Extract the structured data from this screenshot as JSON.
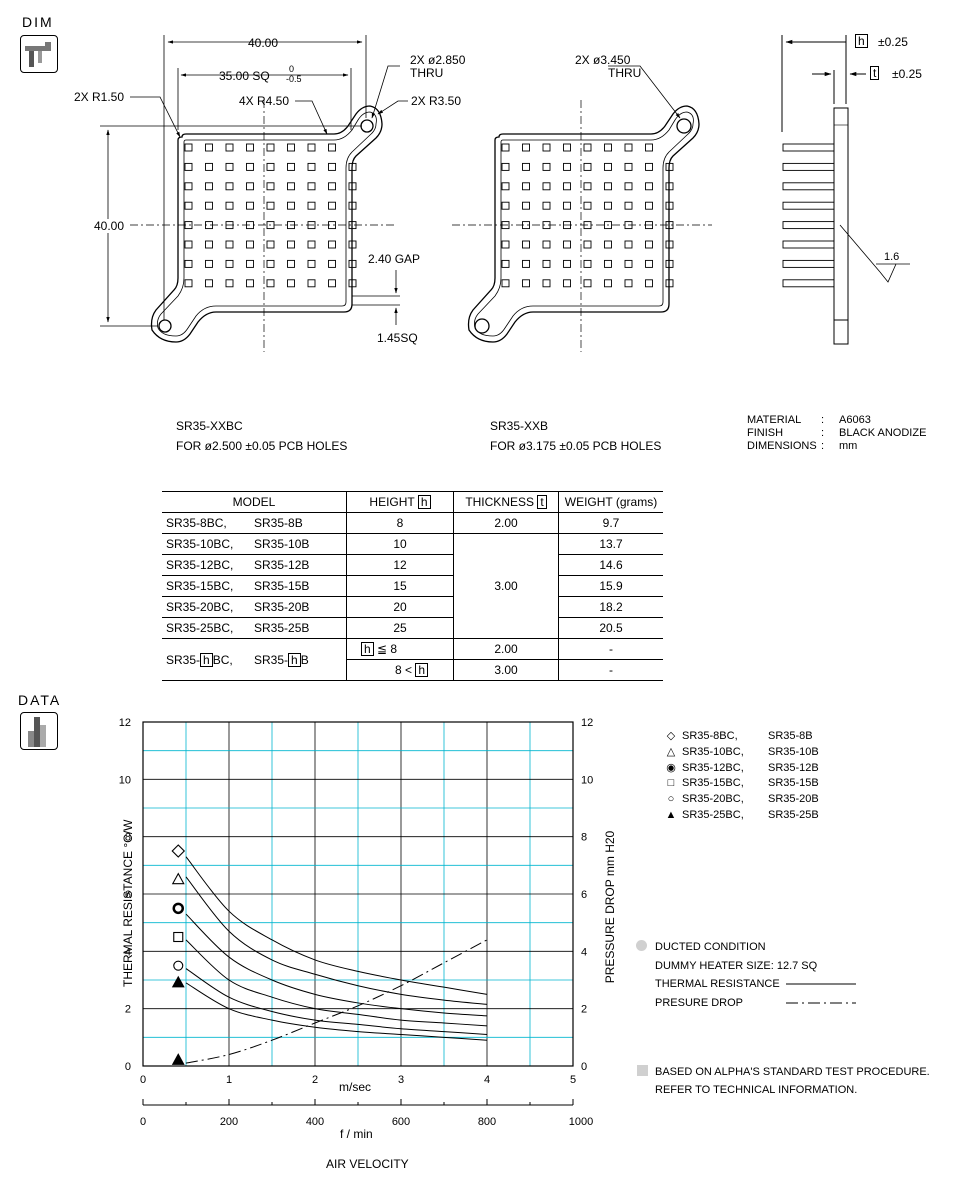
{
  "sections": {
    "dim": "DIM",
    "data": "DATA"
  },
  "dims": {
    "width_40": "40.00",
    "sq_35": "35.00 SQ",
    "tol_plus": "0",
    "tol_minus": "-0.5",
    "r150": "2X R1.50",
    "r450": "4X R4.50",
    "hole_small": "2X ø2.850",
    "thru": "THRU",
    "r350": "2X R3.50",
    "height_40": "40.00",
    "gap": "2.40 GAP",
    "sq145": "1.45SQ",
    "hole_big": "2X ø3.450",
    "thru2": "THRU",
    "h_tol": "±0.25",
    "t_tol": "±0.25",
    "h": "h",
    "t": "t",
    "finish_mark": "1.6"
  },
  "variants": {
    "bc_name": "SR35-XXBC",
    "bc_desc": "FOR ø2.500 ±0.05 PCB HOLES",
    "b_name": "SR35-XXB",
    "b_desc": "FOR ø3.175 ±0.05 PCB HOLES"
  },
  "material": {
    "labels": [
      "MATERIAL",
      "FINISH",
      "DIMENSIONS"
    ],
    "sep": ":",
    "values": [
      "A6063",
      "BLACK ANODIZE",
      "mm"
    ]
  },
  "table": {
    "headers": {
      "model": "MODEL",
      "height": "HEIGHT",
      "thickness": "THICKNESS",
      "weight": "WEIGHT  (grams)",
      "h": "h",
      "t": "t"
    },
    "rows": [
      {
        "m1": "SR35-8BC,",
        "m2": "SR35-8B",
        "height": "8",
        "weight": "9.7"
      },
      {
        "m1": "SR35-10BC,",
        "m2": "SR35-10B",
        "height": "10",
        "weight": "13.7"
      },
      {
        "m1": "SR35-12BC,",
        "m2": "SR35-12B",
        "height": "12",
        "weight": "14.6"
      },
      {
        "m1": "SR35-15BC,",
        "m2": "SR35-15B",
        "height": "15",
        "weight": "15.9"
      },
      {
        "m1": "SR35-20BC,",
        "m2": "SR35-20B",
        "height": "20",
        "weight": "18.2"
      },
      {
        "m1": "SR35-25BC,",
        "m2": "SR35-25B",
        "height": "25",
        "weight": "20.5"
      }
    ],
    "thick_first": "2.00",
    "thick_group": "3.00",
    "custom": {
      "m1a": "SR35-",
      "m1b": "BC,",
      "m2a": "SR35-",
      "m2b": "B",
      "h": "h",
      "cond1": "≦ 8",
      "cond2a": "8 <",
      "thick1": "2.00",
      "thick2": "3.00",
      "weight1": "-",
      "weight2": "-"
    }
  },
  "legend": [
    {
      "sym": "◇",
      "m1": "SR35-8BC,",
      "m2": "SR35-8B"
    },
    {
      "sym": "△",
      "m1": "SR35-10BC,",
      "m2": "SR35-10B"
    },
    {
      "sym": "◉",
      "m1": "SR35-12BC,",
      "m2": "SR35-12B"
    },
    {
      "sym": "□",
      "m1": "SR35-15BC,",
      "m2": "SR35-15B"
    },
    {
      "sym": "○",
      "m1": "SR35-20BC,",
      "m2": "SR35-20B"
    },
    {
      "sym": "▲",
      "m1": "SR35-25BC,",
      "m2": "SR35-25B"
    }
  ],
  "conditions": {
    "ducted": "DUCTED CONDITION",
    "heater": "DUMMY HEATER SIZE: 12.7 SQ",
    "thermal": "THERMAL RESISTANCE",
    "pressure": "PRESURE DROP",
    "note1": "BASED ON ALPHA'S STANDARD TEST PROCEDURE.",
    "note2": "REFER TO TECHNICAL INFORMATION."
  },
  "chart_data": {
    "type": "line",
    "ylabel_left": "THERMAL  RESISTANCE   °C/W",
    "ylabel_right": "PRESSURE  DROP    mm H20",
    "xlabel_ms": "m/sec",
    "xlabel_fmin": "f / min",
    "xlabel_main": "AIR VELOCITY",
    "xlim": [
      0,
      5
    ],
    "ylim": [
      0,
      12
    ],
    "x_ticks": [
      "0",
      "1",
      "2",
      "3",
      "4",
      "5"
    ],
    "x2_ticks": [
      "0",
      "200",
      "400",
      "600",
      "800",
      "1000"
    ],
    "y_ticks": [
      "0",
      "2",
      "4",
      "6",
      "8",
      "10",
      "12"
    ],
    "y2_ticks": [
      "0",
      "2",
      "4",
      "6",
      "8",
      "10",
      "12"
    ],
    "grid": true,
    "series": [
      {
        "name": "SR35-8BC, SR35-8B",
        "marker": "diamond",
        "marker_y": 7.5,
        "x": [
          0.5,
          1.0,
          1.5,
          2.0,
          2.5,
          3.0,
          3.5,
          4.0
        ],
        "y": [
          7.3,
          5.4,
          4.4,
          3.7,
          3.3,
          3.0,
          2.75,
          2.5
        ]
      },
      {
        "name": "SR35-10BC, SR35-10B",
        "marker": "triangle-open",
        "marker_y": 6.5,
        "x": [
          0.5,
          1.0,
          1.5,
          2.0,
          2.5,
          3.0,
          3.5,
          4.0
        ],
        "y": [
          6.6,
          4.7,
          3.7,
          3.2,
          2.8,
          2.5,
          2.3,
          2.15
        ]
      },
      {
        "name": "SR35-12BC, SR35-12B",
        "marker": "bullseye",
        "marker_y": 5.5,
        "x": [
          0.5,
          1.0,
          1.5,
          2.0,
          2.5,
          3.0,
          3.5,
          4.0
        ],
        "y": [
          5.3,
          3.8,
          3.0,
          2.5,
          2.2,
          2.0,
          1.85,
          1.75
        ]
      },
      {
        "name": "SR35-15BC, SR35-15B",
        "marker": "square",
        "marker_y": 4.5,
        "x": [
          0.5,
          1.0,
          1.5,
          2.0,
          2.5,
          3.0,
          3.5,
          4.0
        ],
        "y": [
          4.4,
          3.0,
          2.4,
          2.0,
          1.8,
          1.6,
          1.5,
          1.4
        ]
      },
      {
        "name": "SR35-20BC, SR35-20B",
        "marker": "circle",
        "marker_y": 3.5,
        "x": [
          0.5,
          1.0,
          1.5,
          2.0,
          2.5,
          3.0,
          3.5,
          4.0
        ],
        "y": [
          3.4,
          2.4,
          1.9,
          1.6,
          1.45,
          1.3,
          1.2,
          1.1
        ]
      },
      {
        "name": "SR35-25BC, SR35-25B",
        "marker": "triangle-filled",
        "marker_y": 2.9,
        "x": [
          0.5,
          1.0,
          1.5,
          2.0,
          2.5,
          3.0,
          3.5,
          4.0
        ],
        "y": [
          2.9,
          2.0,
          1.6,
          1.35,
          1.2,
          1.1,
          1.0,
          0.9
        ]
      }
    ],
    "pressure_drop": {
      "marker": "triangle-filled",
      "marker_y": 0.2,
      "x": [
        0.5,
        1.0,
        1.5,
        2.0,
        2.5,
        3.0,
        3.5,
        4.0
      ],
      "y": [
        0.1,
        0.4,
        0.9,
        1.5,
        2.1,
        2.8,
        3.6,
        4.4
      ]
    },
    "colors": {
      "grid_minor": "#00b5cf",
      "grid_major": "#000000"
    }
  }
}
